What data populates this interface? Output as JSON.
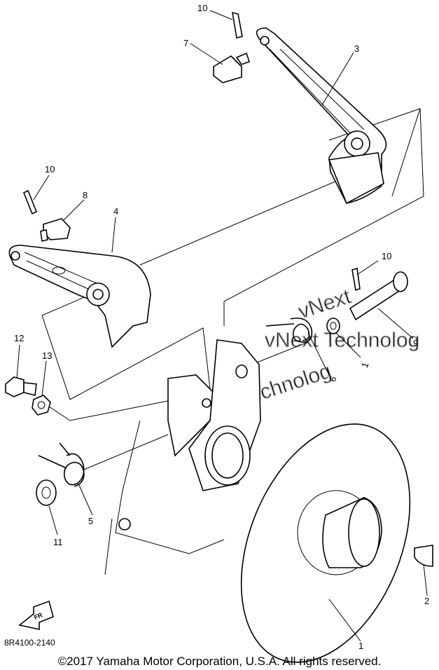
{
  "diagram": {
    "callouts": [
      "10",
      "7",
      "3",
      "10",
      "8",
      "4",
      "10",
      "9",
      "1",
      "6",
      "12",
      "13",
      "5",
      "11",
      "2",
      "1"
    ],
    "drawing_code": "8R4100-2140",
    "front_arrow_label": "FR",
    "watermark_lines": [
      "vNext Technolog",
      "vNext",
      "Technolog"
    ]
  },
  "footer": {
    "copyright": "©2017 Yamaha Motor Corporation, U.S.A. All rights reserved."
  }
}
